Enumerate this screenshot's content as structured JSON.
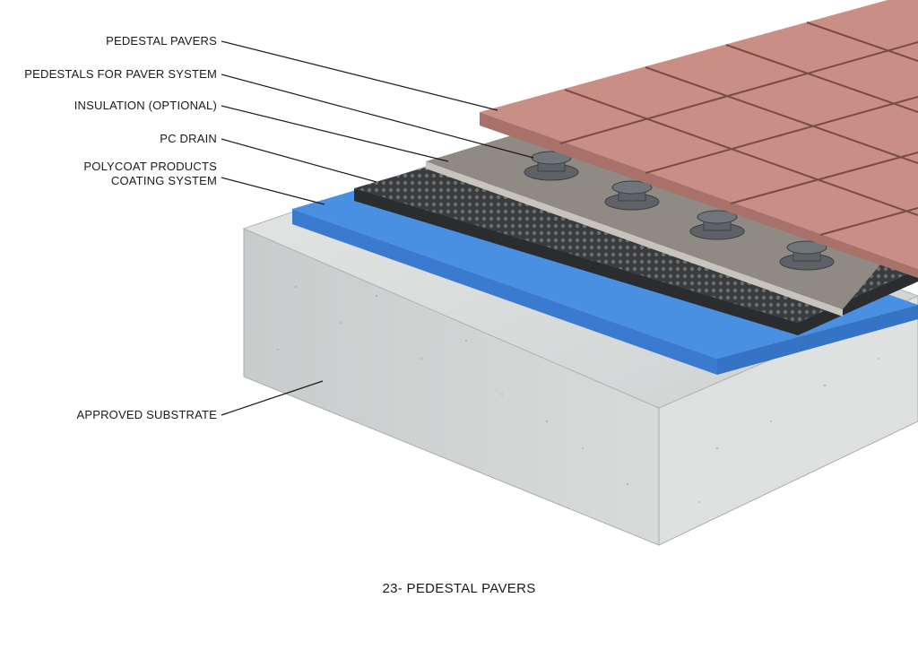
{
  "diagram": {
    "labels": {
      "pedestal_pavers": "PEDESTAL PAVERS",
      "pedestals": "PEDESTALS FOR PAVER SYSTEM",
      "insulation": "INSULATION (OPTIONAL)",
      "pc_drain": "PC DRAIN",
      "coating_line1": "POLYCOAT PRODUCTS",
      "coating_line2": "COATING SYSTEM",
      "substrate": "APPROVED SUBSTRATE"
    },
    "caption": "23- PEDESTAL PAVERS"
  },
  "colors": {
    "concrete": "#d7d9d9",
    "coating": "#3f86dc",
    "drain": "#3a3b3d",
    "insulation": "#8f8a84",
    "pavers": "#c98f86",
    "pedestal": "#5e6266"
  }
}
